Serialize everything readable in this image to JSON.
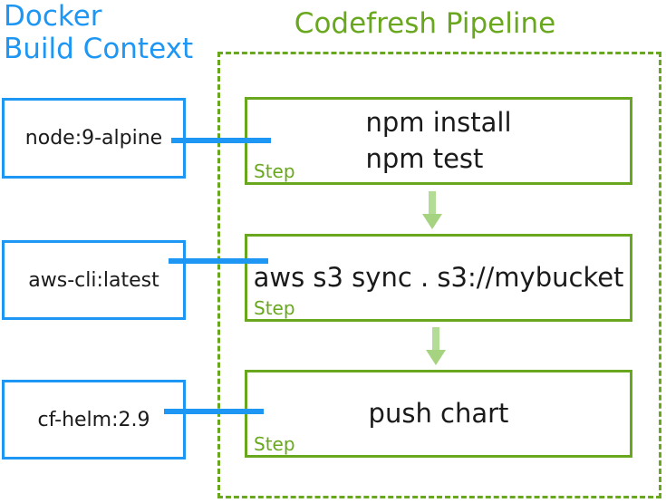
{
  "docker_context": {
    "title": "Docker\nBuild Context"
  },
  "pipeline": {
    "title": "Codefresh Pipeline"
  },
  "steps": [
    {
      "image": "node:9-alpine",
      "command": "npm install\nnpm test",
      "label": "Step"
    },
    {
      "image": "aws-cli:latest",
      "command": "aws s3 sync . s3://mybucket",
      "label": "Step"
    },
    {
      "image": "cf-helm:2.9",
      "command": "push chart",
      "label": "Step"
    }
  ],
  "colors": {
    "docker_blue": "#1e96f3",
    "pipeline_green": "#69a81e",
    "arrow_light_green": "#b3dc96",
    "text": "#1a1a1a",
    "background": "#ffffff"
  }
}
